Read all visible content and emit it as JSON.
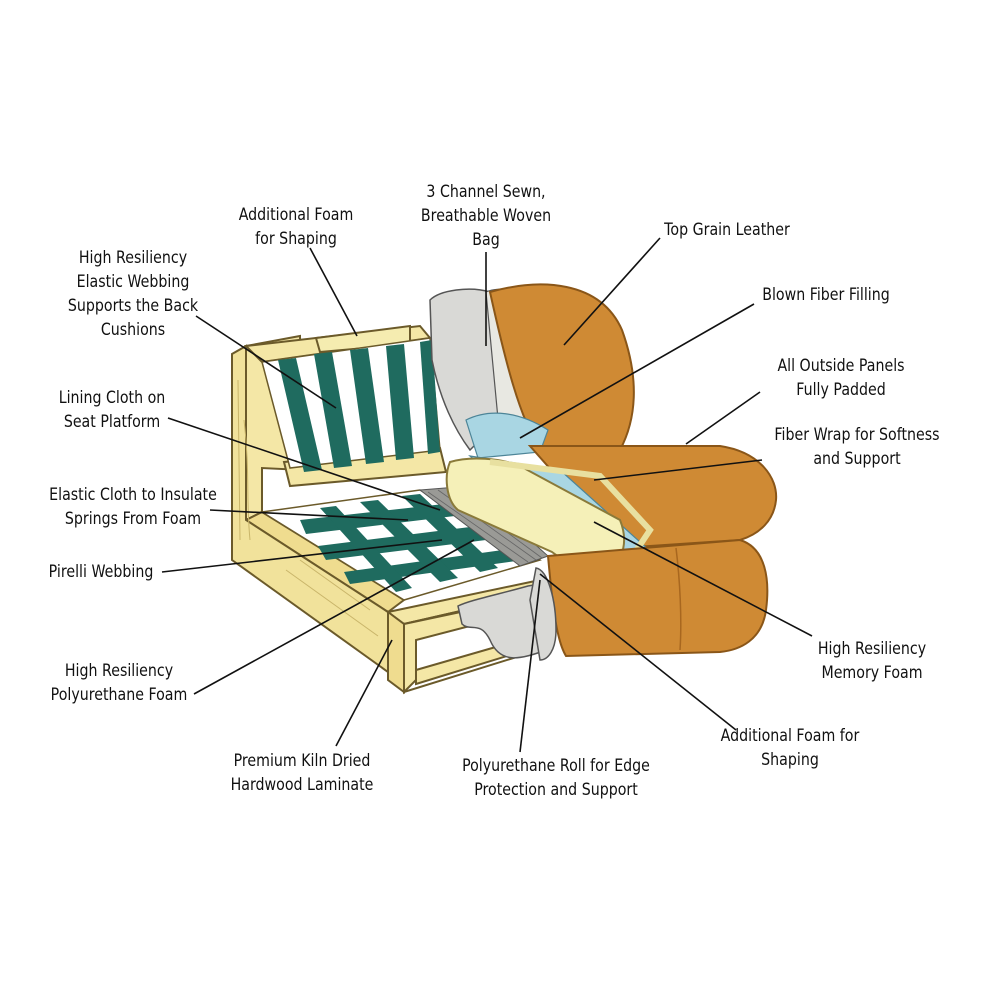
{
  "diagram": {
    "labels": [
      {
        "id": "additional-foam-shaping-top",
        "lines": [
          "Additional Foam",
          "for Shaping"
        ]
      },
      {
        "id": "channel-sewn-bag",
        "lines": [
          "3 Channel Sewn,",
          "Breathable Woven",
          "Bag"
        ]
      },
      {
        "id": "top-grain-leather",
        "lines": [
          "Top Grain Leather"
        ]
      },
      {
        "id": "blown-fiber-filling",
        "lines": [
          "Blown Fiber Filling"
        ]
      },
      {
        "id": "outside-panels-padded",
        "lines": [
          "All Outside Panels",
          "Fully Padded"
        ]
      },
      {
        "id": "fiber-wrap",
        "lines": [
          "Fiber Wrap for Softness",
          "and Support"
        ]
      },
      {
        "id": "elastic-webbing-back",
        "lines": [
          "High Resiliency",
          "Elastic Webbing",
          "Supports the Back",
          "Cushions"
        ]
      },
      {
        "id": "lining-cloth",
        "lines": [
          "Lining Cloth on",
          "Seat Platform"
        ]
      },
      {
        "id": "elastic-cloth-insulate",
        "lines": [
          "Elastic Cloth to Insulate",
          "Springs From Foam"
        ]
      },
      {
        "id": "pirelli-webbing",
        "lines": [
          "Pirelli Webbing"
        ]
      },
      {
        "id": "polyurethane-foam",
        "lines": [
          "High Resiliency",
          "Polyurethane Foam"
        ]
      },
      {
        "id": "hardwood-laminate",
        "lines": [
          "Premium Kiln Dried",
          "Hardwood Laminate"
        ]
      },
      {
        "id": "polyurethane-roll",
        "lines": [
          "Polyurethane Roll for Edge",
          "Protection and Support"
        ]
      },
      {
        "id": "additional-foam-shaping-bottom",
        "lines": [
          "Additional Foam for",
          "Shaping"
        ]
      },
      {
        "id": "memory-foam",
        "lines": [
          "High Resiliency",
          "Memory Foam"
        ]
      }
    ],
    "colors": {
      "leather": "#cf8a34",
      "leather_dark": "#a8671f",
      "wood": "#f4e7a6",
      "wood_edge": "#6b5a2a",
      "webbing": "#1f6b5f",
      "foam": "#f5f0b8",
      "fiber_blue": "#a9d6e3",
      "gray_fill": "#d9d9d6"
    }
  }
}
